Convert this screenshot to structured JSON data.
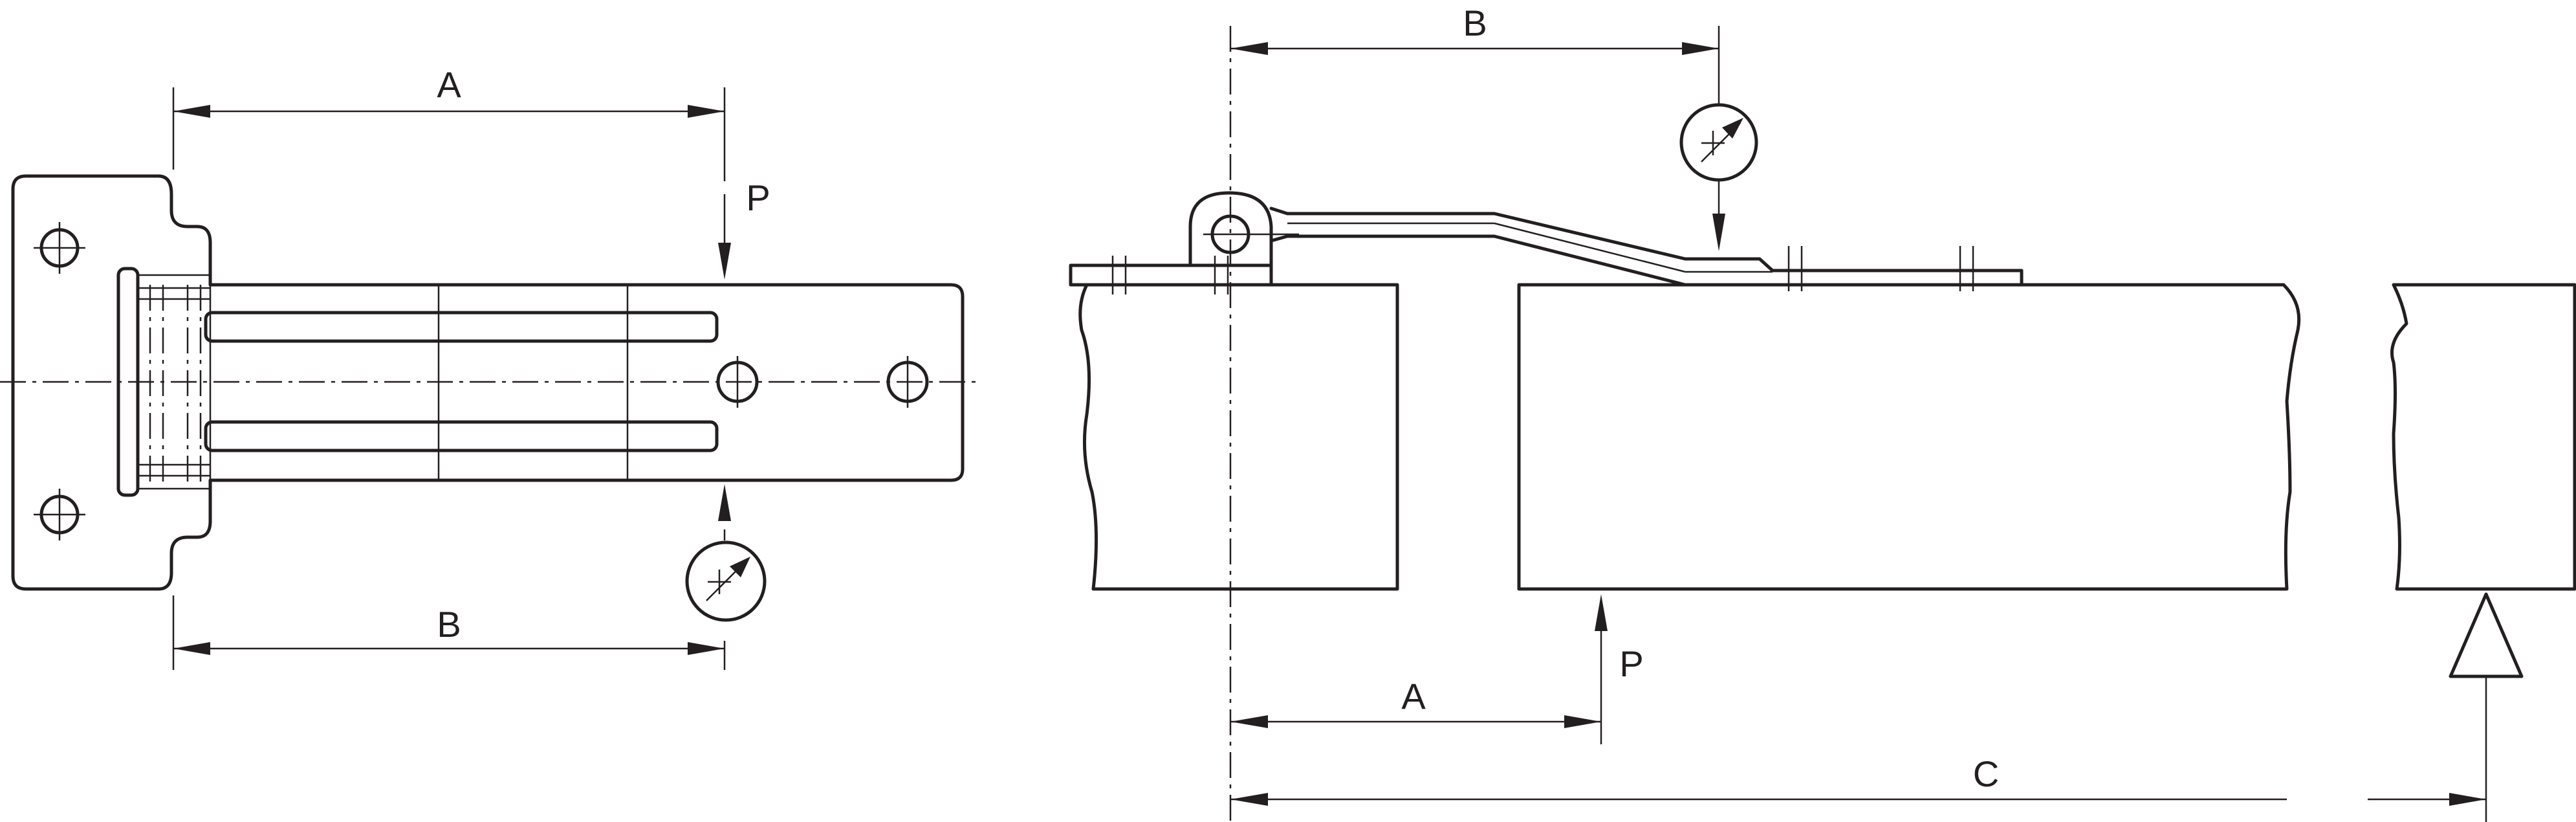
{
  "labels": {
    "left_a": "A",
    "left_b": "B",
    "left_p": "P",
    "right_a": "A",
    "right_b": "B",
    "right_c": "C",
    "right_p": "P"
  },
  "colors": {
    "line": "#231f20",
    "background": "#ffffff"
  },
  "icons": {
    "torque_symbol": "torque-gauge-icon",
    "support_symbol": "support-triangle-icon"
  }
}
